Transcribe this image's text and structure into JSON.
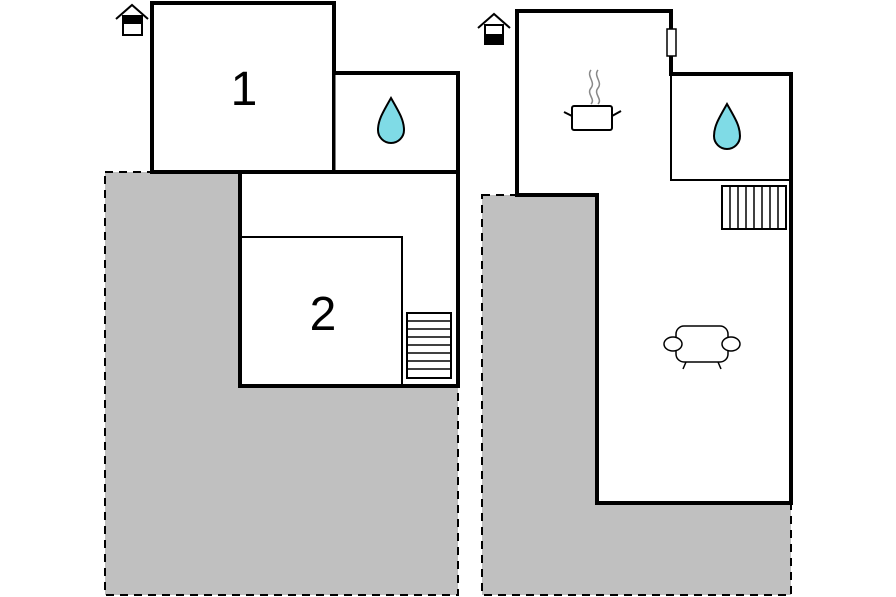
{
  "plan": {
    "colors": {
      "wall": "#000000",
      "terrace": "#c0c0c0",
      "water": "#7fdbe6",
      "background": "#ffffff"
    },
    "floor_1": {
      "entrance_icon": "house-entrance-icon",
      "rooms": [
        {
          "label": "1",
          "type": "bedroom"
        },
        {
          "label": "2",
          "type": "bedroom"
        }
      ],
      "icons": [
        "water-drop-icon",
        "stairs-icon"
      ]
    },
    "floor_2": {
      "entrance_icon": "house-entrance-icon",
      "icons": [
        "cooking-pot-icon",
        "water-drop-icon",
        "stairs-icon",
        "sofa-icon",
        "window-icon"
      ]
    }
  }
}
